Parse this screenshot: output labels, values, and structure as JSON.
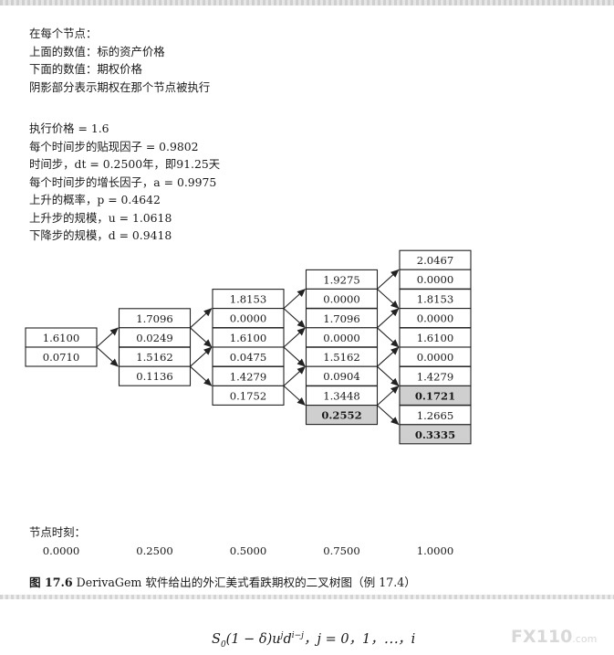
{
  "notes": [
    "在每个节点：",
    "上面的数值：标的资产价格",
    "下面的数值：期权价格",
    "阴影部分表示期权在那个节点被执行"
  ],
  "params": [
    "执行价格 = 1.6",
    "每个时间步的贴现因子 = 0.9802",
    "时间步，dt = 0.2500年，即91.25天",
    "每个时间步的增长因子，a = 0.9975",
    "上升的概率，p = 0.4642",
    "上升步的规模，u = 1.0618",
    "下降步的规模，d = 0.9418"
  ],
  "tree": {
    "nodes": [
      {
        "step": 0,
        "level": 0,
        "price": "1.6100",
        "option": "0.0710",
        "exercised": false
      },
      {
        "step": 1,
        "level": 1,
        "price": "1.7096",
        "option": "0.0249",
        "exercised": false
      },
      {
        "step": 1,
        "level": -1,
        "price": "1.5162",
        "option": "0.1136",
        "exercised": false
      },
      {
        "step": 2,
        "level": 2,
        "price": "1.8153",
        "option": "0.0000",
        "exercised": false
      },
      {
        "step": 2,
        "level": 0,
        "price": "1.6100",
        "option": "0.0475",
        "exercised": false
      },
      {
        "step": 2,
        "level": -2,
        "price": "1.4279",
        "option": "0.1752",
        "exercised": false
      },
      {
        "step": 3,
        "level": 3,
        "price": "1.9275",
        "option": "0.0000",
        "exercised": false
      },
      {
        "step": 3,
        "level": 1,
        "price": "1.7096",
        "option": "0.0000",
        "exercised": false
      },
      {
        "step": 3,
        "level": -1,
        "price": "1.5162",
        "option": "0.0904",
        "exercised": false
      },
      {
        "step": 3,
        "level": -3,
        "price": "1.3448",
        "option": "0.2552",
        "exercised": true
      },
      {
        "step": 4,
        "level": 4,
        "price": "2.0467",
        "option": "0.0000",
        "exercised": false
      },
      {
        "step": 4,
        "level": 2,
        "price": "1.8153",
        "option": "0.0000",
        "exercised": false
      },
      {
        "step": 4,
        "level": 0,
        "price": "1.6100",
        "option": "0.0000",
        "exercised": false
      },
      {
        "step": 4,
        "level": -2,
        "price": "1.4279",
        "option": "0.1721",
        "exercised": true
      },
      {
        "step": 4,
        "level": -4,
        "price": "1.2665",
        "option": "0.3335",
        "exercised": true
      }
    ]
  },
  "time_label": "节点时刻：",
  "times": [
    "0.0000",
    "0.2500",
    "0.5000",
    "0.7500",
    "1.0000"
  ],
  "caption": {
    "figure_no": "图 17.6",
    "text": "DerivaGem 软件给出的外汇美式看跌期权的二叉树图（例 17.4）"
  },
  "formula": {
    "s": "S",
    "s_sub": "0",
    "mid": "(1 − δ)u",
    "u_sup": "j",
    "d": "d",
    "d_sup": "i−j",
    "tail": "，j = 0，1，⋯，i"
  },
  "watermark": {
    "brand": "FX110",
    "suffix": ".com"
  }
}
